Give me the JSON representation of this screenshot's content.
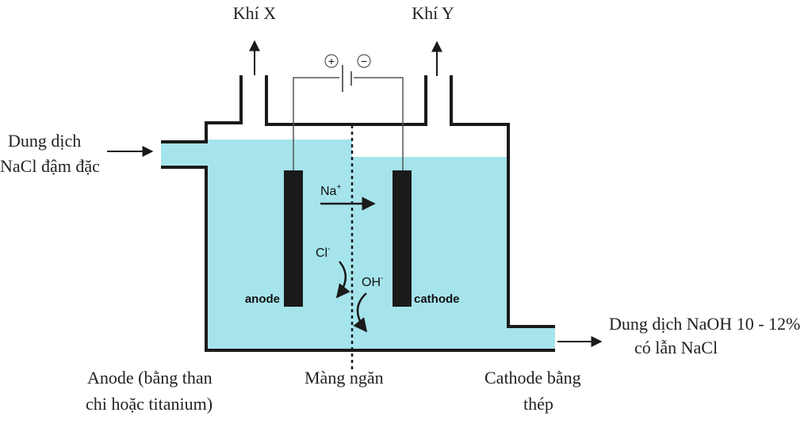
{
  "labels": {
    "gas_x": "Khí X",
    "gas_y": "Khí Y",
    "inlet_line1": "Dung dịch",
    "inlet_line2": "NaCl đậm đặc",
    "outlet_line1": "Dung dịch NaOH 10 - 12%",
    "outlet_line2": "có lẫn NaCl",
    "anode_caption_line1": "Anode (bằng than",
    "anode_caption_line2": "chi hoặc titanium)",
    "membrane_caption": "Màng ngăn",
    "cathode_caption_line1": "Cathode bằng",
    "cathode_caption_line2": "thép",
    "anode": "anode",
    "cathode": "cathode",
    "ion_na": "Na",
    "ion_na_charge": "+",
    "ion_cl": "Cl",
    "ion_cl_charge": "-",
    "ion_oh": "OH",
    "ion_oh_charge": "-",
    "battery_plus": "+",
    "battery_minus": "−"
  },
  "colors": {
    "electrolyte": "#a6e4ec",
    "outline": "#1a1a1a",
    "electrode": "#1a1a1a",
    "wire": "#555555"
  }
}
